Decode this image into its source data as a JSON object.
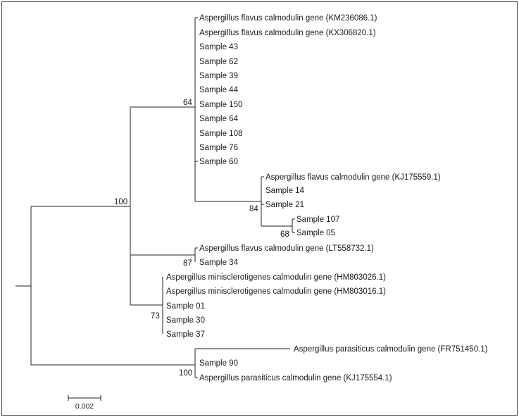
{
  "tree": {
    "leaves": [
      "Aspergillus flavus calmodulin gene (KM236086.1)",
      "Aspergillus flavus calmodulin gene (KX306820.1)",
      "Sample 43",
      "Sample 62",
      "Sample 39",
      "Sample 44",
      "Sample 150",
      "Sample 64",
      "Sample 108",
      "Sample 76",
      "Sample 60",
      "Aspergillus flavus calmodulin gene (KJ175559.1)",
      "Sample 14",
      "Sample 21",
      "Sample 107",
      "Sample 05",
      "Aspergillus flavus calmodulin gene (LT558732.1)",
      "Sample 34",
      "Aspergillus minisclerotigenes calmodulin gene (HM803026.1)",
      "Aspergillus minisclerotigenes calmodulin gene (HM803016.1)",
      "Sample 01",
      "Sample 30",
      "Sample 37",
      "Aspergillus parasiticus calmodulin gene (FR751450.1)",
      "Sample 90",
      "Aspergillus parasiticus calmodulin gene (KJ175554.1)"
    ],
    "support_values": [
      "64",
      "100",
      "84",
      "68",
      "87",
      "73",
      "100"
    ],
    "scale_bar_label": "0.002"
  }
}
